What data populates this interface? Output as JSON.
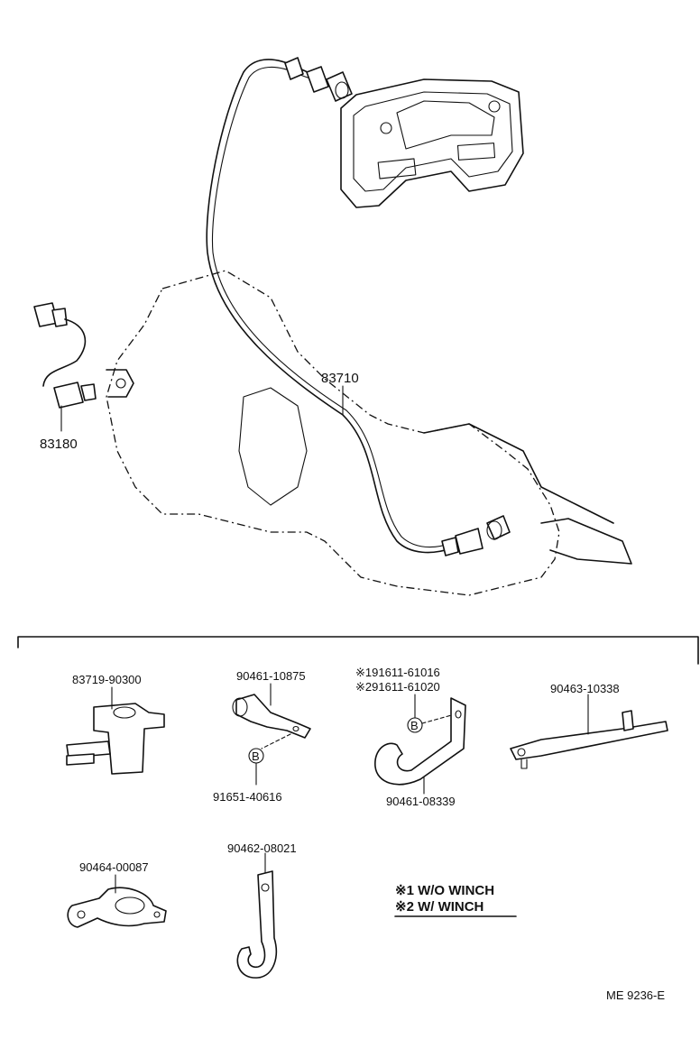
{
  "parts": {
    "main_cable": "83710",
    "switch": "83180",
    "grommet": "83719-90300",
    "clamp_a": "90461-10875",
    "bolt": "91651-40616",
    "clamp_b": "90461-08339",
    "bolt_note_1": "※191611-61016",
    "bolt_note_2": "※291611-61020",
    "bracket_long": "90463-10338",
    "clamp_round": "90464-00087",
    "clamp_strip": "90462-08021"
  },
  "markers": {
    "b": "B"
  },
  "legend": {
    "line1": "※1 W/O WINCH",
    "line2": "※2 W/ WINCH"
  },
  "footer": {
    "code": "ME  9236-E"
  }
}
